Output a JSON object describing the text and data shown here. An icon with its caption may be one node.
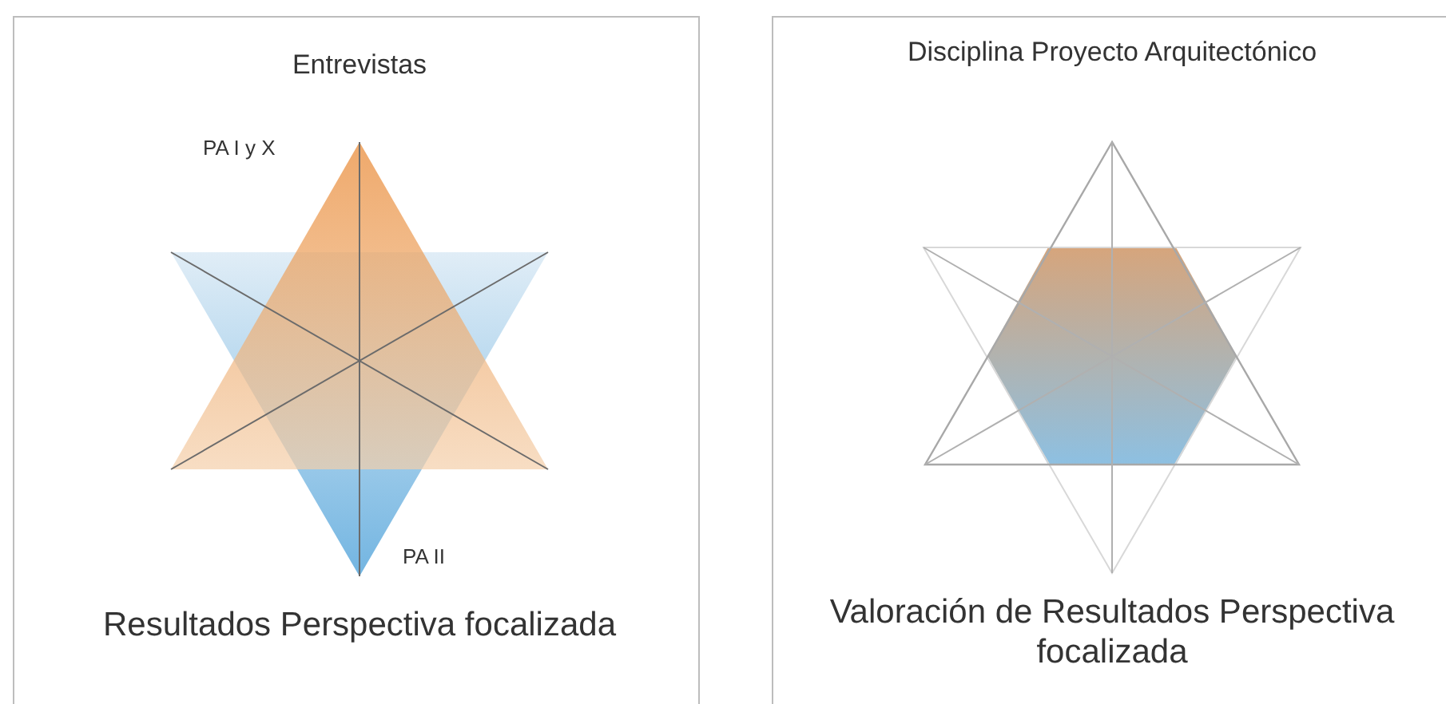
{
  "diagram": {
    "nodes": [
      {
        "text": [
          "Entrevistas",
          "Resultados Perspectiva focalizada"
        ]
      },
      {
        "text": [
          "Disciplina Proyecto Arquitectónico",
          "Valoración de Resultados Perspectiva focalizada"
        ]
      }
    ],
    "labels": [
      "PA I y X",
      "PA II"
    ]
  }
}
